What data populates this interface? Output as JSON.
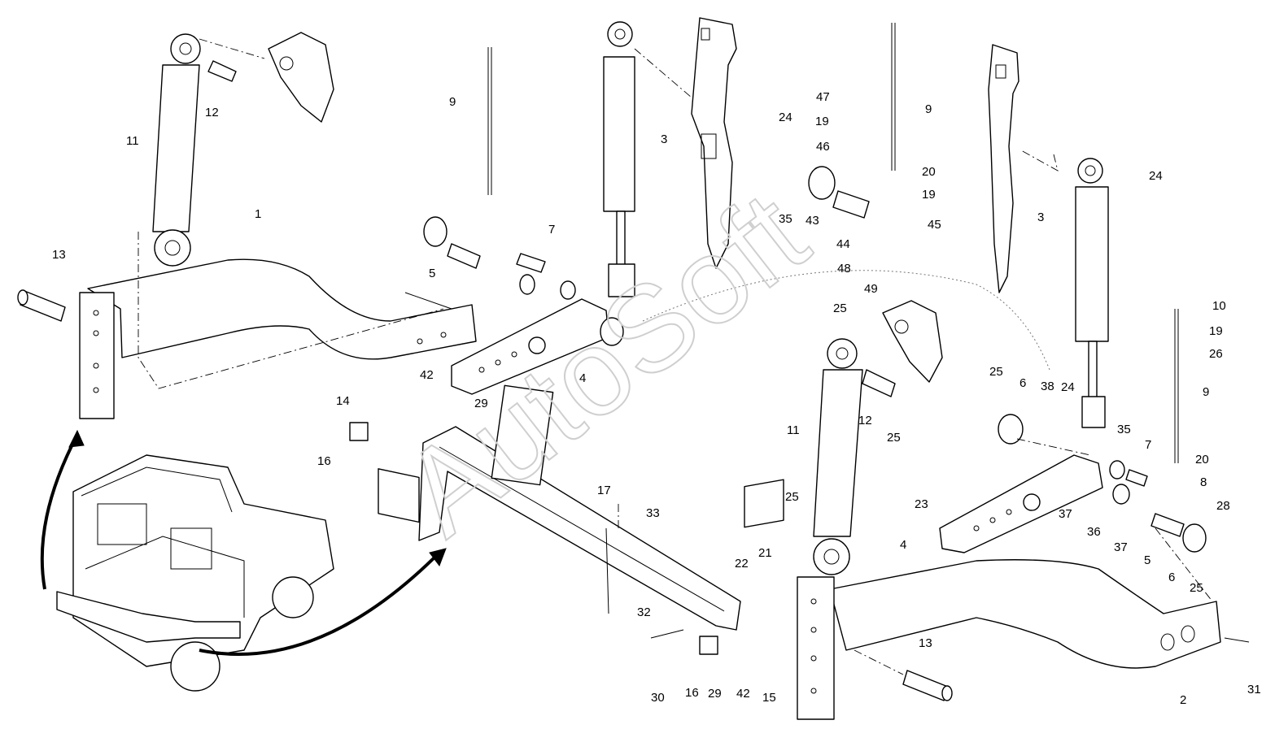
{
  "watermark": "AutoSoft",
  "callouts": [
    {
      "id": "c1",
      "text": "1"
    },
    {
      "id": "c2",
      "text": "2"
    },
    {
      "id": "c3a",
      "text": "3"
    },
    {
      "id": "c3b",
      "text": "3"
    },
    {
      "id": "c4a",
      "text": "4"
    },
    {
      "id": "c4b",
      "text": "4"
    },
    {
      "id": "c5a",
      "text": "5"
    },
    {
      "id": "c5b",
      "text": "5"
    },
    {
      "id": "c6a",
      "text": "6"
    },
    {
      "id": "c6b",
      "text": "6"
    },
    {
      "id": "c7a",
      "text": "7"
    },
    {
      "id": "c7b",
      "text": "7"
    },
    {
      "id": "c8",
      "text": "8"
    },
    {
      "id": "c9a",
      "text": "9"
    },
    {
      "id": "c9b",
      "text": "9"
    },
    {
      "id": "c9c",
      "text": "9"
    },
    {
      "id": "c10",
      "text": "10"
    },
    {
      "id": "c11a",
      "text": "11"
    },
    {
      "id": "c11b",
      "text": "11"
    },
    {
      "id": "c12a",
      "text": "12"
    },
    {
      "id": "c12b",
      "text": "12"
    },
    {
      "id": "c13a",
      "text": "13"
    },
    {
      "id": "c13b",
      "text": "13"
    },
    {
      "id": "c14",
      "text": "14"
    },
    {
      "id": "c15",
      "text": "15"
    },
    {
      "id": "c16a",
      "text": "16"
    },
    {
      "id": "c16b",
      "text": "16"
    },
    {
      "id": "c17",
      "text": "17"
    },
    {
      "id": "c19a",
      "text": "19"
    },
    {
      "id": "c19b",
      "text": "19"
    },
    {
      "id": "c19c",
      "text": "19"
    },
    {
      "id": "c20a",
      "text": "20"
    },
    {
      "id": "c20b",
      "text": "20"
    },
    {
      "id": "c21",
      "text": "21"
    },
    {
      "id": "c22",
      "text": "22"
    },
    {
      "id": "c23",
      "text": "23"
    },
    {
      "id": "c24a",
      "text": "24"
    },
    {
      "id": "c24b",
      "text": "24"
    },
    {
      "id": "c24c",
      "text": "24"
    },
    {
      "id": "c25a",
      "text": "25"
    },
    {
      "id": "c25b",
      "text": "25"
    },
    {
      "id": "c25c",
      "text": "25"
    },
    {
      "id": "c25d",
      "text": "25"
    },
    {
      "id": "c25e",
      "text": "25"
    },
    {
      "id": "c26",
      "text": "26"
    },
    {
      "id": "c28",
      "text": "28"
    },
    {
      "id": "c29a",
      "text": "29"
    },
    {
      "id": "c29b",
      "text": "29"
    },
    {
      "id": "c30",
      "text": "30"
    },
    {
      "id": "c31",
      "text": "31"
    },
    {
      "id": "c32",
      "text": "32"
    },
    {
      "id": "c33",
      "text": "33"
    },
    {
      "id": "c35a",
      "text": "35"
    },
    {
      "id": "c35b",
      "text": "35"
    },
    {
      "id": "c36",
      "text": "36"
    },
    {
      "id": "c37a",
      "text": "37"
    },
    {
      "id": "c37b",
      "text": "37"
    },
    {
      "id": "c38",
      "text": "38"
    },
    {
      "id": "c42a",
      "text": "42"
    },
    {
      "id": "c42b",
      "text": "42"
    },
    {
      "id": "c43",
      "text": "43"
    },
    {
      "id": "c44",
      "text": "44"
    },
    {
      "id": "c45",
      "text": "45"
    },
    {
      "id": "c46",
      "text": "46"
    },
    {
      "id": "c47",
      "text": "47"
    },
    {
      "id": "c48",
      "text": "48"
    },
    {
      "id": "c49",
      "text": "49"
    }
  ]
}
